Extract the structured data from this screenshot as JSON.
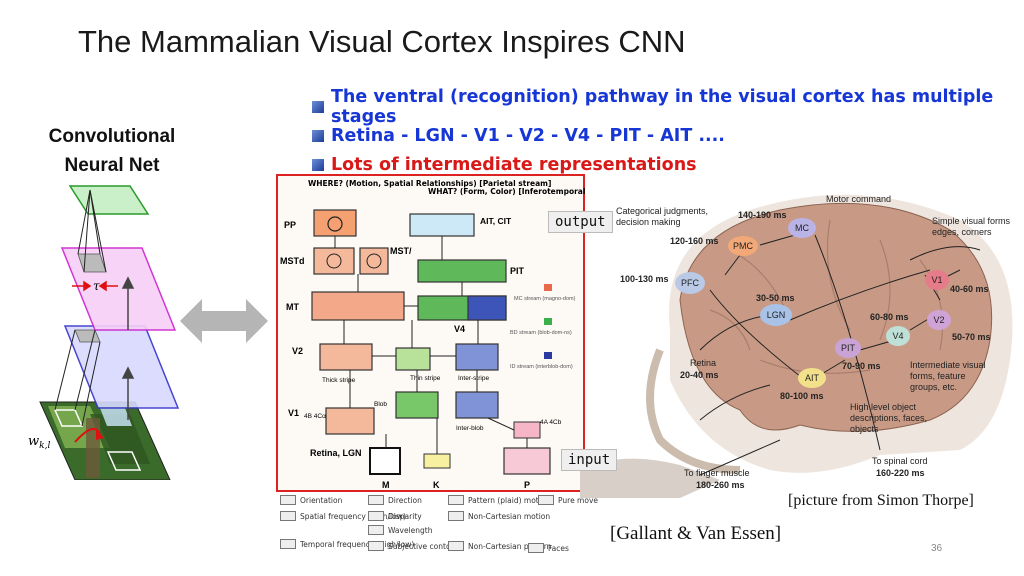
{
  "title": "The Mammalian Visual Cortex Inspires CNN",
  "bullets": [
    {
      "text": "The ventral (recognition) pathway in the visual cortex has multiple stages",
      "color": "#1736d6"
    },
    {
      "text": "Retina - LGN - V1 - V2 - V4 - PIT - AIT ....",
      "color": "#1736d6"
    },
    {
      "text": "Lots of intermediate representations",
      "color": "#d91818"
    }
  ],
  "cnn": {
    "label_line1": "Convolutional",
    "label_line2": "Neural Net",
    "tau": "τ",
    "weight_label": "w",
    "weight_sub": "k,l"
  },
  "tags": {
    "output": "output",
    "input": "input"
  },
  "diagram": {
    "where_title": "WHERE? (Motion, Spatial Relationships) [Parietal stream]",
    "what_title": "WHAT? (Form, Color) [Inferotemporal stream]",
    "areas": {
      "pp": "PP",
      "mstd": "MSTd",
      "mstl": "MST/",
      "mt": "MT",
      "v2": "V2",
      "v1": "V1",
      "ait_cit": "AIT, CIT",
      "pit": "PIT",
      "v4": "V4",
      "thick": "Thick stripe",
      "thin": "Thin stripe",
      "inter": "Inter-stripe",
      "blob": "Blob",
      "interblob": "Inter-blob",
      "c4b": "4B 4Cα",
      "c4a": "4A 4Cb",
      "retina_lgn": "Retina, LGN",
      "m": "M",
      "k": "K",
      "p": "P"
    },
    "streams": [
      {
        "label": "MC stream (magno-dom)",
        "color": "#e86a4a"
      },
      {
        "label": "BD stream (blob-dom-ns)",
        "color": "#3bb04a"
      },
      {
        "label": "ID stream (interblob-dom)",
        "color": "#2a3aa0"
      }
    ]
  },
  "legend": [
    {
      "text": "Orientation"
    },
    {
      "text": "Direction"
    },
    {
      "text": "Pattern (plaid) motion"
    },
    {
      "text": "Pure move"
    },
    {
      "text": "Spatial frequency (high/low)"
    },
    {
      "text": "Disparity"
    },
    {
      "text": "Non-Cartesian motion"
    },
    {
      "text": "Wavelength"
    },
    {
      "text": "Temporal frequency (high/low)"
    },
    {
      "text": "Subjective contour"
    },
    {
      "text": "Non-Cartesian pattern"
    },
    {
      "text": "Faces"
    }
  ],
  "brain": {
    "motor_command": "Motor command",
    "categorical": "Categorical judgments, decision making",
    "simple_visual": "Simple visual forms edges, corners",
    "intermediate": "Intermediate visual forms, feature groups, etc.",
    "high_level": "High level object descriptions, faces, objects",
    "retina": "Retina",
    "retina_ms": "20-40 ms",
    "to_spinal": "To spinal cord",
    "to_spinal_ms": "160-220 ms",
    "to_finger": "To finger muscle",
    "to_finger_ms": "180-260 ms",
    "nodes": {
      "pfc": "PFC",
      "pmc": "PMC",
      "mc": "MC",
      "lgn": "LGN",
      "v1": "V1",
      "v2": "V2",
      "v4": "V4",
      "pit": "PIT",
      "ait": "AIT"
    },
    "timings": {
      "pfc": "100-130 ms",
      "pmc": "120-160 ms",
      "mc": "140-190 ms",
      "lgn": "30-50 ms",
      "v1": "40-60 ms",
      "v2": "50-70 ms",
      "v4": "60-80 ms",
      "pit": "70-90 ms",
      "ait": "80-100 ms"
    }
  },
  "credits": {
    "thorpe": "[picture from Simon Thorpe]",
    "gallant": "[Gallant & Van Essen]"
  },
  "page_number": "36"
}
